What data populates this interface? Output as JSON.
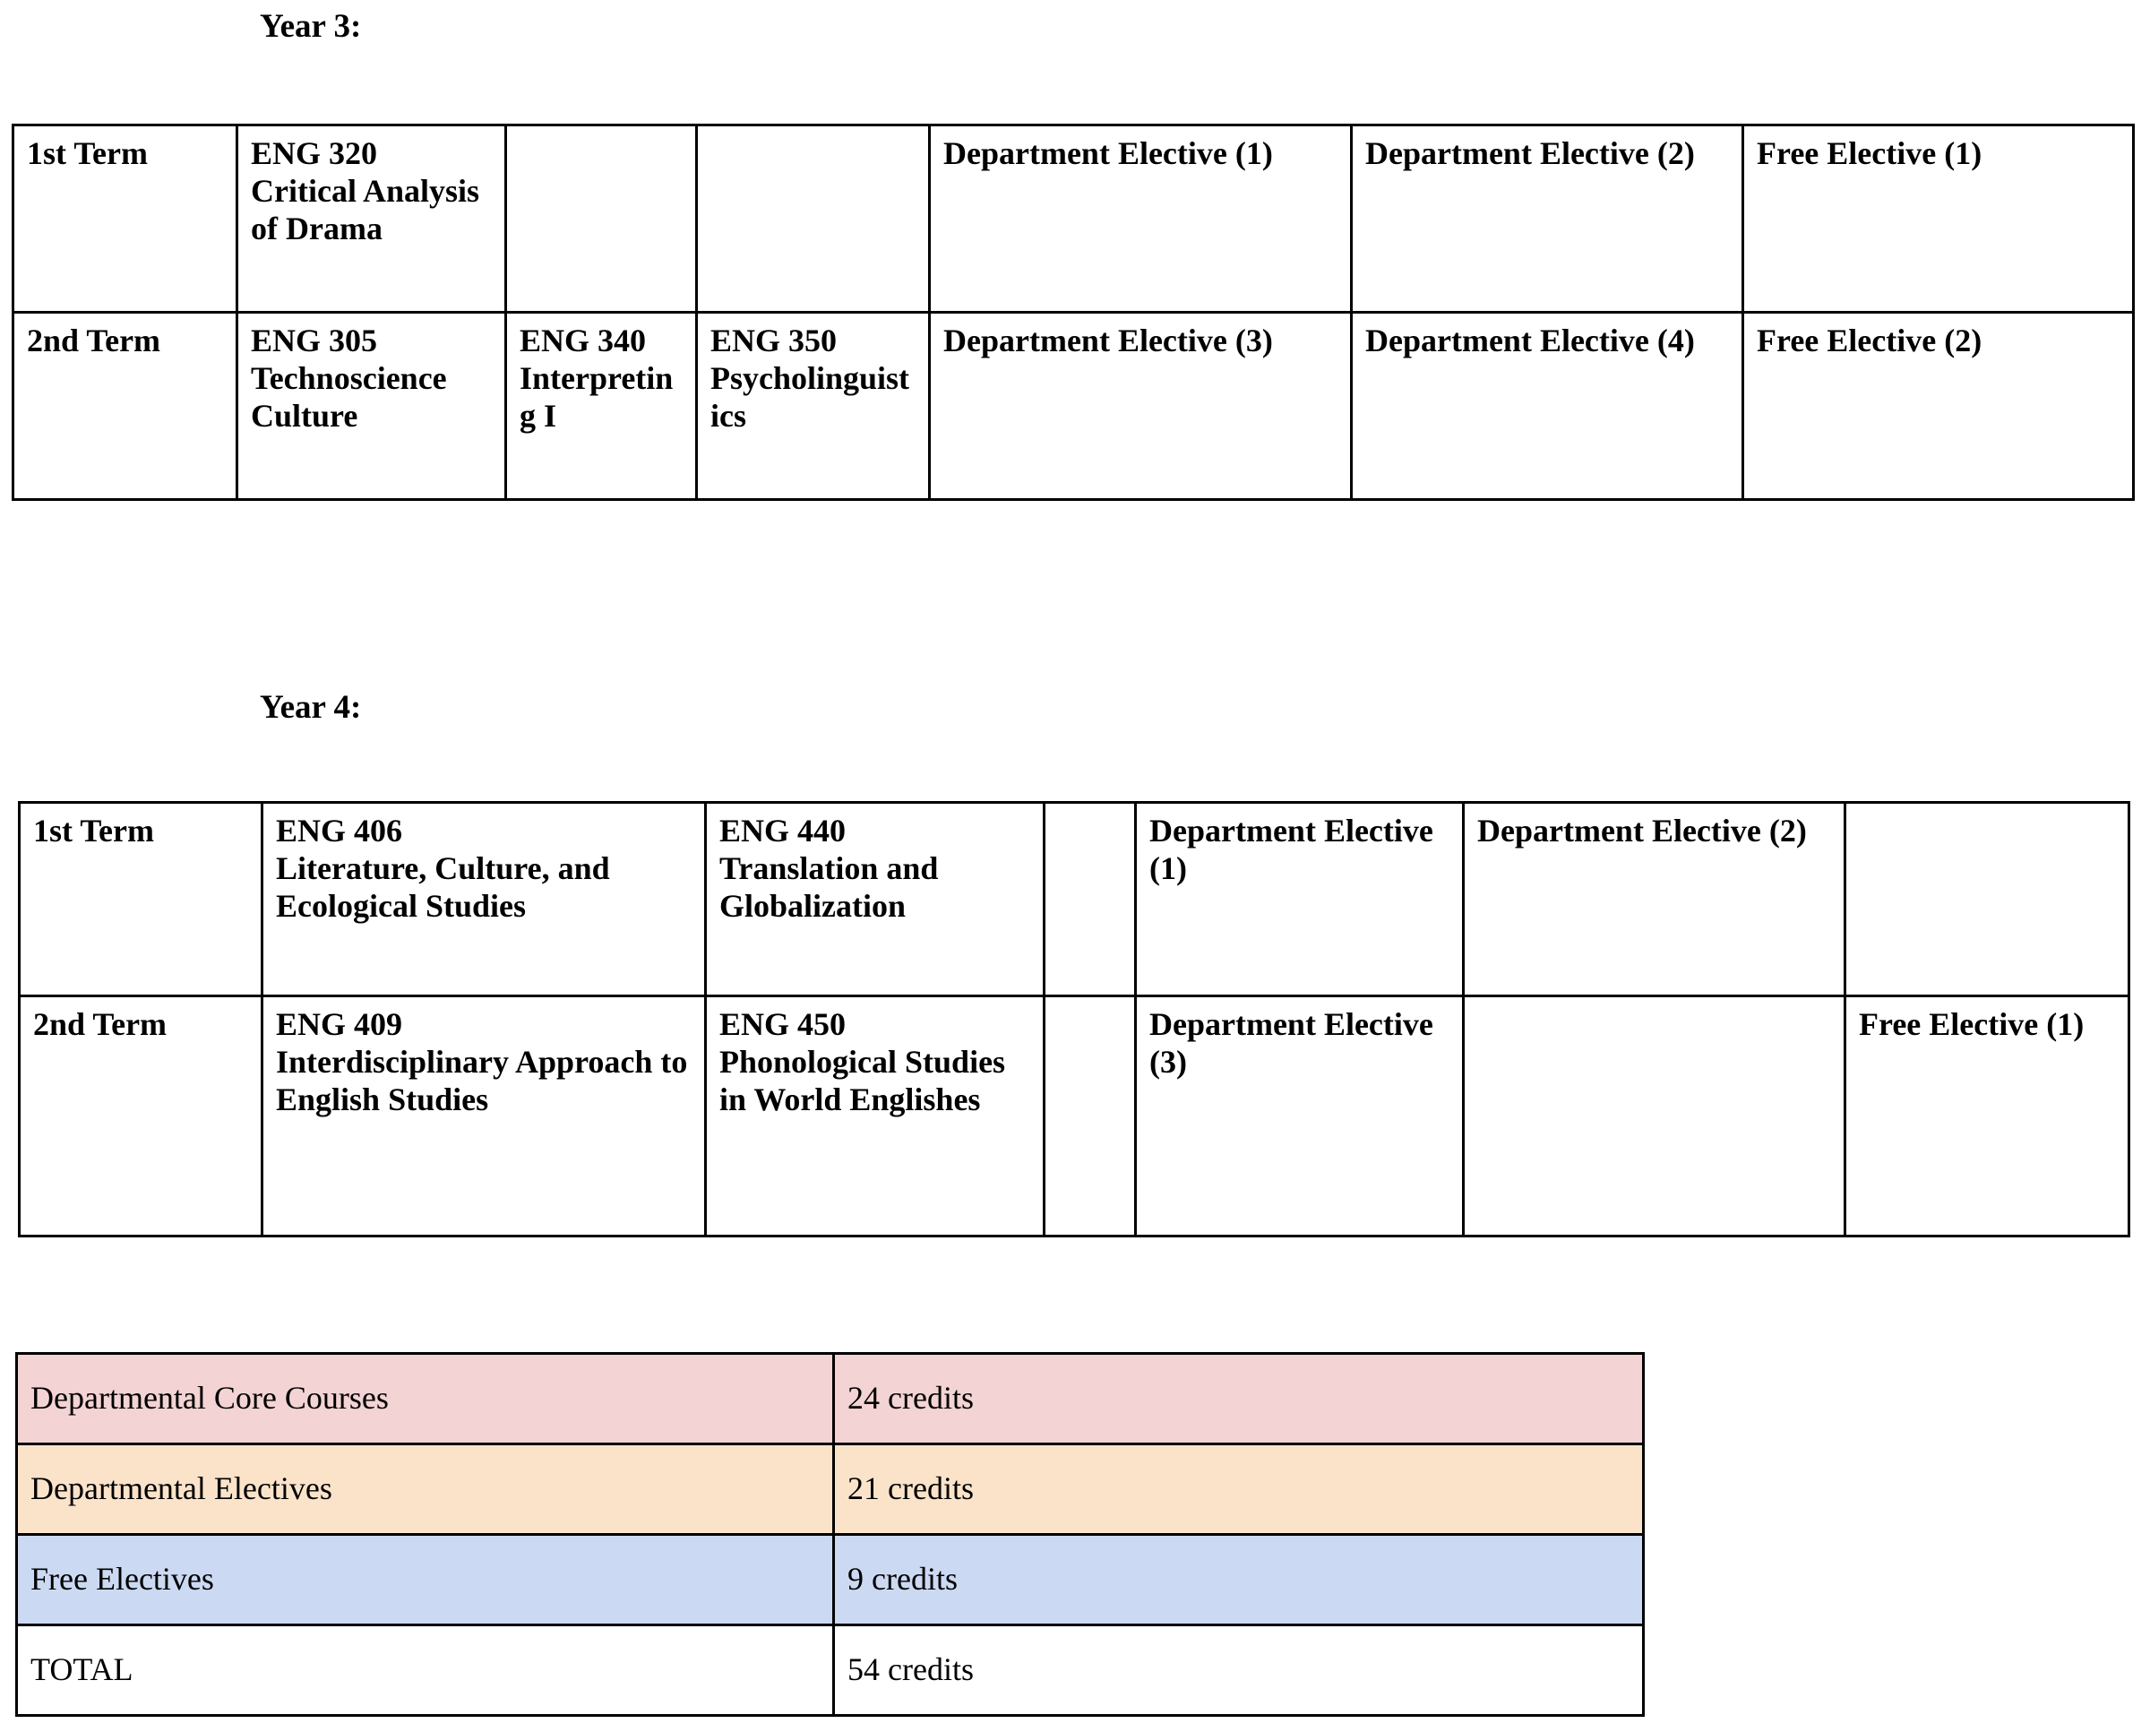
{
  "legend_colors": {
    "core_courses": "#f3d3d3",
    "departmental_electives": "#fbe3ca",
    "free_electives": "#ccd9f2",
    "border": "#000000",
    "background": "#ffffff"
  },
  "year3": {
    "heading": "Year 3:",
    "rows": [
      {
        "term": "1st Term",
        "cells": [
          {
            "text": "ENG 320\nCritical Analysis of Drama",
            "type": "core"
          },
          {
            "text": "",
            "type": "blank"
          },
          {
            "text": "",
            "type": "blank"
          },
          {
            "text": "Department Elective (1)",
            "type": "dept"
          },
          {
            "text": "Department Elective (2)",
            "type": "dept"
          },
          {
            "text": "Free Elective (1)",
            "type": "free"
          }
        ]
      },
      {
        "term": "2nd Term",
        "cells": [
          {
            "text": "ENG 305\nTechnoscience Culture",
            "type": "core"
          },
          {
            "text": "ENG 340\nInterpreting I",
            "type": "core"
          },
          {
            "text": "ENG 350\nPsycholinguistics",
            "type": "core"
          },
          {
            "text": "Department Elective (3)",
            "type": "dept"
          },
          {
            "text": "Department Elective (4)",
            "type": "dept"
          },
          {
            "text": "Free Elective (2)",
            "type": "free"
          }
        ]
      }
    ]
  },
  "year4": {
    "heading": "Year 4:",
    "rows": [
      {
        "term": "1st Term",
        "cells": [
          {
            "text": "ENG 406\nLiterature, Culture, and Ecological Studies",
            "type": "core"
          },
          {
            "text": "ENG 440\nTranslation and Globalization",
            "type": "core"
          },
          {
            "text": "",
            "type": "blank"
          },
          {
            "text": "Department Elective (1)",
            "type": "dept"
          },
          {
            "text": "Department Elective (2)",
            "type": "dept"
          },
          {
            "text": "",
            "type": "blank"
          }
        ]
      },
      {
        "term": "2nd Term",
        "cells": [
          {
            "text": "ENG 409\nInterdisciplinary Approach to English Studies",
            "type": "core"
          },
          {
            "text": "ENG 450\nPhonological Studies in World Englishes",
            "type": "core"
          },
          {
            "text": "",
            "type": "blank"
          },
          {
            "text": "Department Elective (3)",
            "type": "dept"
          },
          {
            "text": "",
            "type": "blank"
          },
          {
            "text": "Free Elective (1)",
            "type": "free"
          }
        ]
      }
    ]
  },
  "summary": {
    "rows": [
      {
        "label": "Departmental Core Courses",
        "value": "24 credits",
        "type": "core"
      },
      {
        "label": "Departmental Electives",
        "value": "21 credits",
        "type": "dept"
      },
      {
        "label": "Free Electives",
        "value": "9 credits",
        "type": "free"
      },
      {
        "label": "TOTAL",
        "value": "54 credits",
        "type": "total"
      }
    ]
  }
}
